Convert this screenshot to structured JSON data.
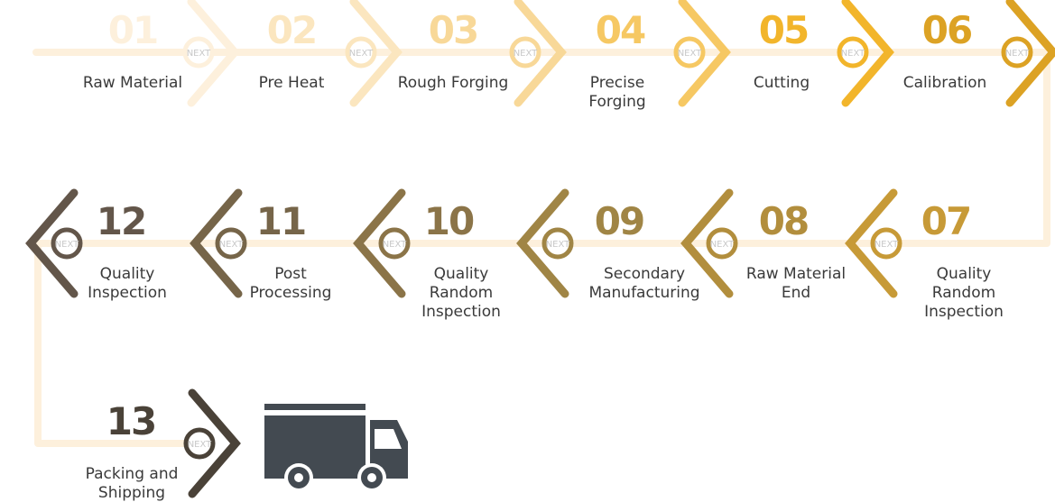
{
  "steps": [
    {
      "num": "01",
      "label": [
        "Raw Material"
      ],
      "next": "NEXT",
      "color": "#fdf0dc"
    },
    {
      "num": "02",
      "label": [
        "Pre Heat"
      ],
      "next": "NEXT",
      "color": "#fbe6bf"
    },
    {
      "num": "03",
      "label": [
        "Rough Forging"
      ],
      "next": "NEXT",
      "color": "#f8d898"
    },
    {
      "num": "04",
      "label": [
        "Precise",
        "Forging"
      ],
      "next": "NEXT",
      "color": "#f6c863"
    },
    {
      "num": "05",
      "label": [
        "Cutting"
      ],
      "next": "NEXT",
      "color": "#f2b52b"
    },
    {
      "num": "06",
      "label": [
        "Calibration"
      ],
      "next": "NEXT",
      "color": "#dca224"
    },
    {
      "num": "07",
      "label": [
        "Quality",
        "Random",
        "Inspection"
      ],
      "next": "NEXT",
      "color": "#c79a37"
    },
    {
      "num": "08",
      "label": [
        "Raw Material",
        "End"
      ],
      "next": "NEXT",
      "color": "#b28e3d"
    },
    {
      "num": "09",
      "label": [
        "Secondary",
        "Manufacturing"
      ],
      "next": "NEXT",
      "color": "#a08545"
    },
    {
      "num": "10",
      "label": [
        "Quality",
        "Random",
        "Inspection"
      ],
      "next": "NEXT",
      "color": "#8b7448"
    },
    {
      "num": "11",
      "label": [
        "Post",
        "Processing"
      ],
      "next": "NEXT",
      "color": "#766549"
    },
    {
      "num": "12",
      "label": [
        "Quality",
        "Inspection"
      ],
      "next": "NEXT",
      "color": "#63564a"
    },
    {
      "num": "13",
      "label": [
        "Packing and",
        "Shipping"
      ],
      "next": "NEXT",
      "color": "#4a4238"
    }
  ],
  "colors": {
    "track": "#fdf0dc",
    "truck": "#434a51",
    "next_text": "#c8c8c8",
    "label": "#3a3a3a"
  },
  "icons": {
    "truck": "truck-icon",
    "chevron": "chevron-icon"
  }
}
